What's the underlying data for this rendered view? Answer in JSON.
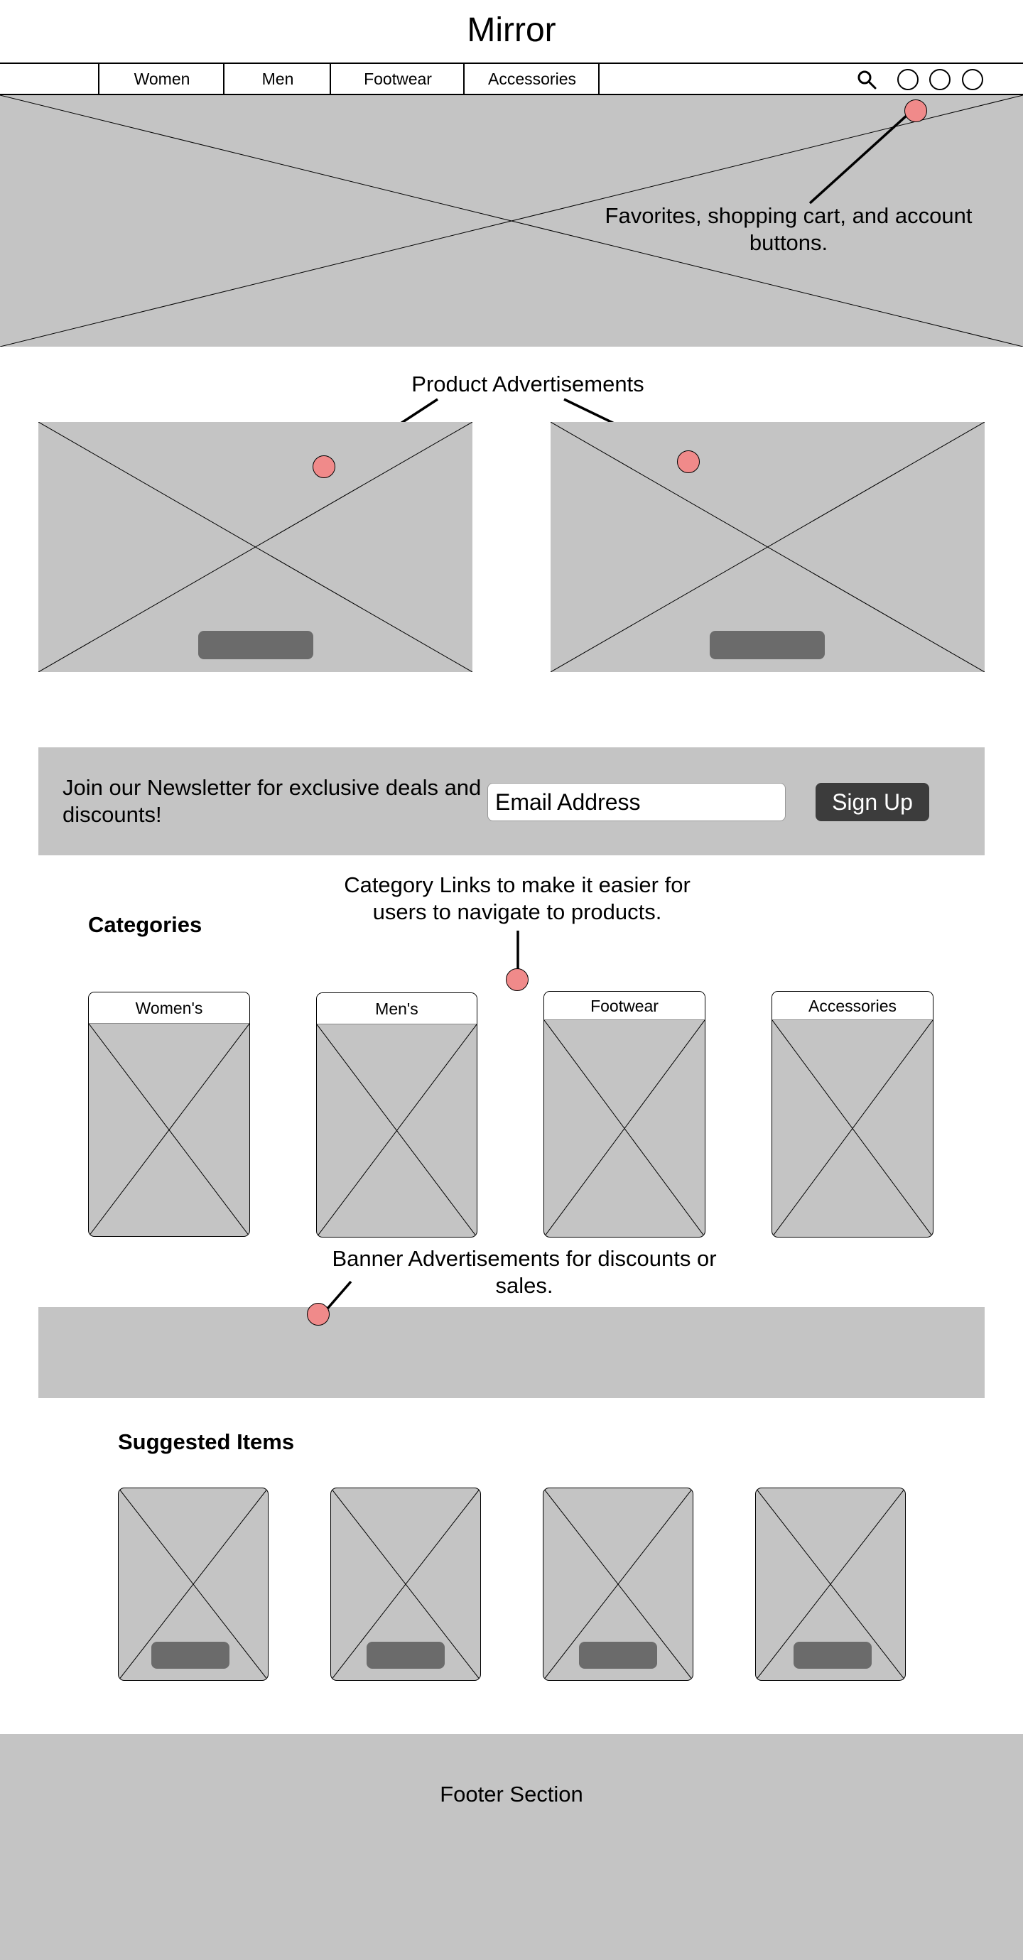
{
  "header": {
    "logo": "Mirror"
  },
  "nav": {
    "links": [
      "Women",
      "Men",
      "Footwear",
      "Accessories"
    ],
    "icons": [
      "search-icon",
      "favorites-icon",
      "cart-icon",
      "account-icon"
    ]
  },
  "annotations": {
    "header_buttons": "Favorites, shopping cart, and account buttons.",
    "product_ads": "Product Advertisements",
    "category_links": "Category Links to make it easier for users to navigate to products.",
    "banner_ads": "Banner Advertisements for discounts or sales."
  },
  "newsletter": {
    "text": "Join our Newsletter for exclusive deals and discounts!",
    "placeholder": "Email Address",
    "button": "Sign Up"
  },
  "categories": {
    "title": "Categories",
    "items": [
      "Women's",
      "Men's",
      "Footwear",
      "Accessories"
    ]
  },
  "suggested": {
    "title": "Suggested Items"
  },
  "footer": {
    "text": "Footer Section"
  },
  "colors": {
    "placeholder": "#c4c4c4",
    "button_placeholder": "#6b6b6b",
    "annotation_dot": "#f08a8a",
    "signup_button": "#3c3c3c"
  }
}
